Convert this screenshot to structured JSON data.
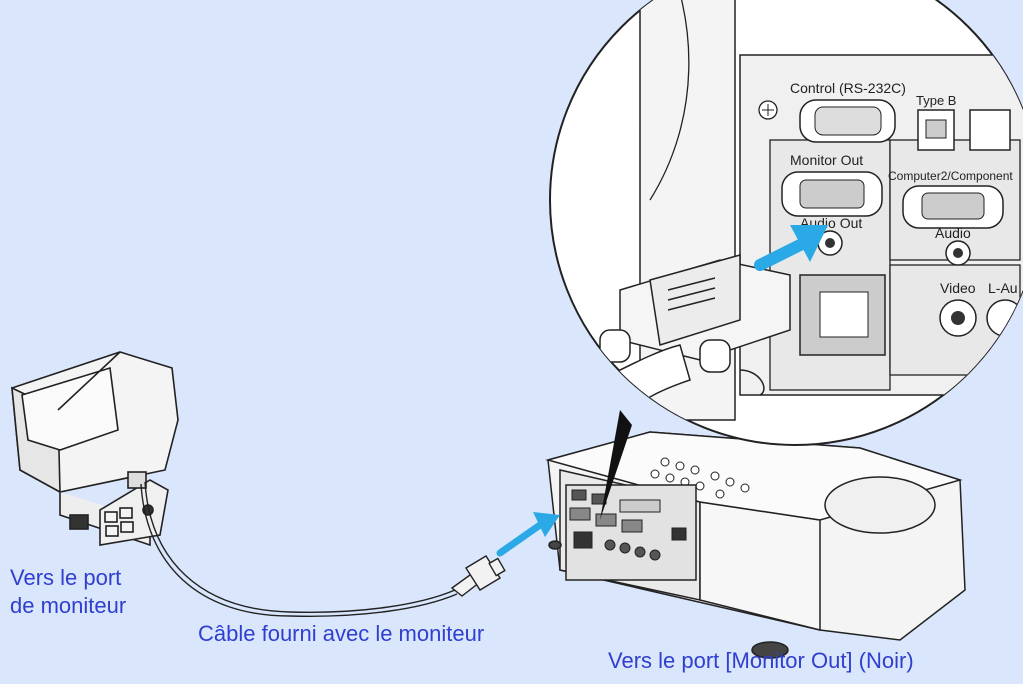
{
  "captions": {
    "monitor_port_line1": "Vers le port",
    "monitor_port_line2": "de moniteur",
    "cable": "Câble fourni avec le moniteur",
    "projector_port": "Vers le port [Monitor Out] (Noir)"
  },
  "panel_labels": {
    "control": "Control (RS-232C)",
    "type_b": "Type B",
    "monitor_out": "Monitor Out",
    "audio_out": "Audio Out",
    "computer2": "Computer2/Component",
    "audio": "Audio",
    "video": "Video",
    "l_audio": "L-Au"
  },
  "colors": {
    "background": "#d9e6fb",
    "caption_text": "#2f3fd0",
    "arrow": "#2aa9e6"
  }
}
